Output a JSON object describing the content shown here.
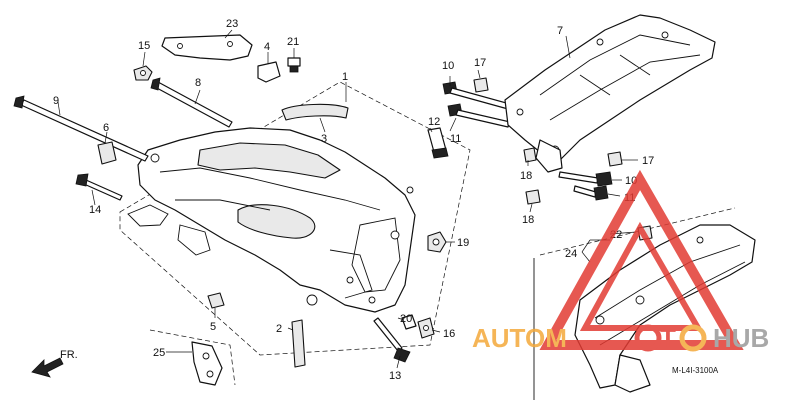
{
  "diagram": {
    "code": "M-L4I-3100A",
    "direction_label": "FR.",
    "callouts": [
      "1",
      "2",
      "3",
      "4",
      "5",
      "6",
      "7",
      "8",
      "9",
      "10",
      "10",
      "11",
      "11",
      "12",
      "13",
      "14",
      "15",
      "16",
      "17",
      "17",
      "18",
      "18",
      "19",
      "20",
      "21",
      "22",
      "23",
      "24",
      "25"
    ]
  },
  "watermark": {
    "part1": "AUTOM",
    "part2": "T",
    "part3": "HUB",
    "color_orange": "#f4a93a",
    "color_red": "#e23b33",
    "color_gray": "#9a9a9a"
  }
}
